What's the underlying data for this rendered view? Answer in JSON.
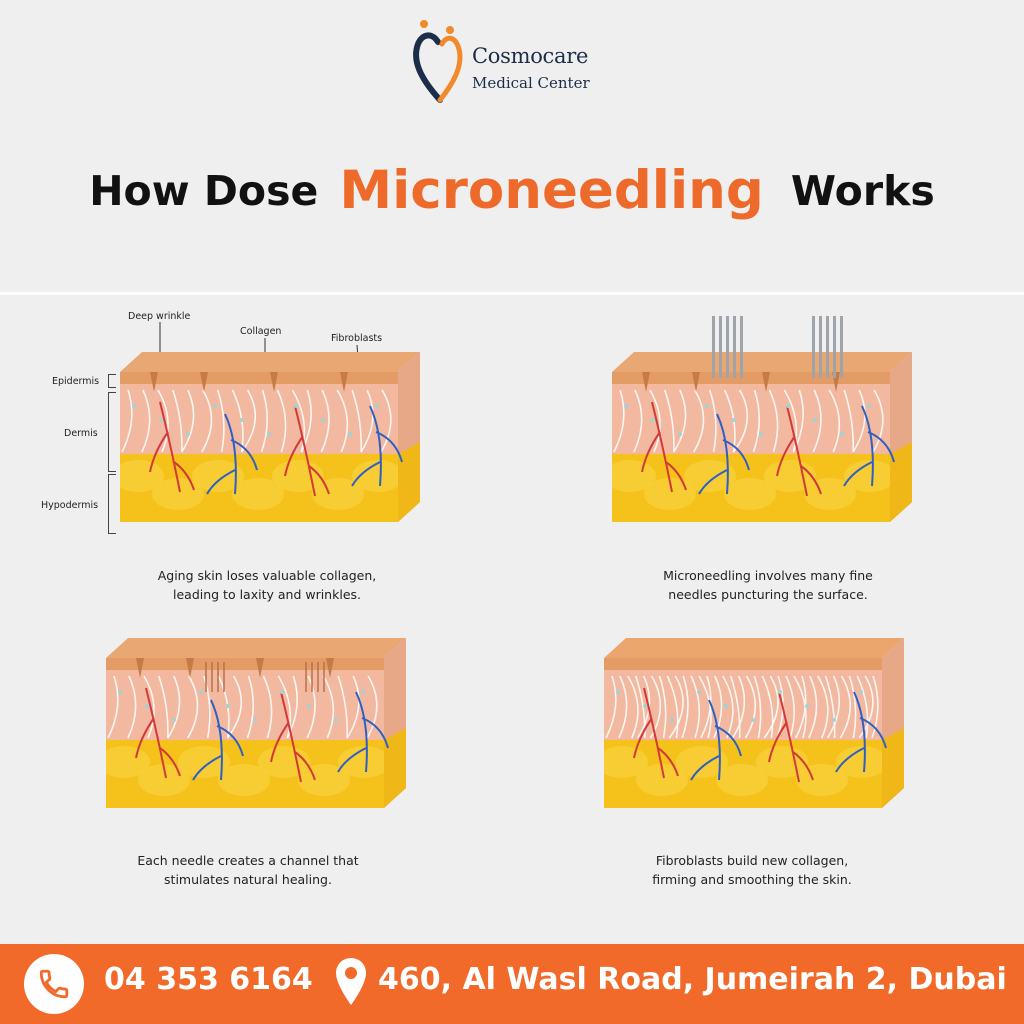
{
  "brand": {
    "name": "Cosmocare",
    "subtitle": "Medical Center"
  },
  "headline": {
    "part1": "How Dose",
    "highlight": "Microneedling",
    "part2": "Works"
  },
  "labels": {
    "deep_wrinkle": "Deep wrinkle",
    "collagen": "Collagen",
    "fibroblasts": "Fibroblasts",
    "epidermis": "Epidermis",
    "dermis": "Dermis",
    "hypodermis": "Hypodermis"
  },
  "captions": [
    {
      "line1": "Aging skin loses valuable collagen,",
      "line2": "leading to laxity and wrinkles."
    },
    {
      "line1": "Microneedling involves many fine",
      "line2": "needles puncturing the surface."
    },
    {
      "line1": "Each needle creates a channel that",
      "line2": "stimulates natural healing."
    },
    {
      "line1": "Fibroblasts build new collagen,",
      "line2": "firming and smoothing the skin."
    }
  ],
  "footer": {
    "phone": "04 353 6164",
    "address": "460, Al Wasl Road, Jumeirah 2, Dubai"
  },
  "colors": {
    "accent": "#f26a29",
    "title_orange": "#ee6a2b",
    "navy": "#1c2d4a",
    "skin": "#f2b9a0",
    "fat": "#f5c21b",
    "epidermis": "#e9a774"
  },
  "icons": {
    "phone": "phone-icon",
    "location": "map-pin-icon",
    "logo": "heart-logo-icon"
  }
}
